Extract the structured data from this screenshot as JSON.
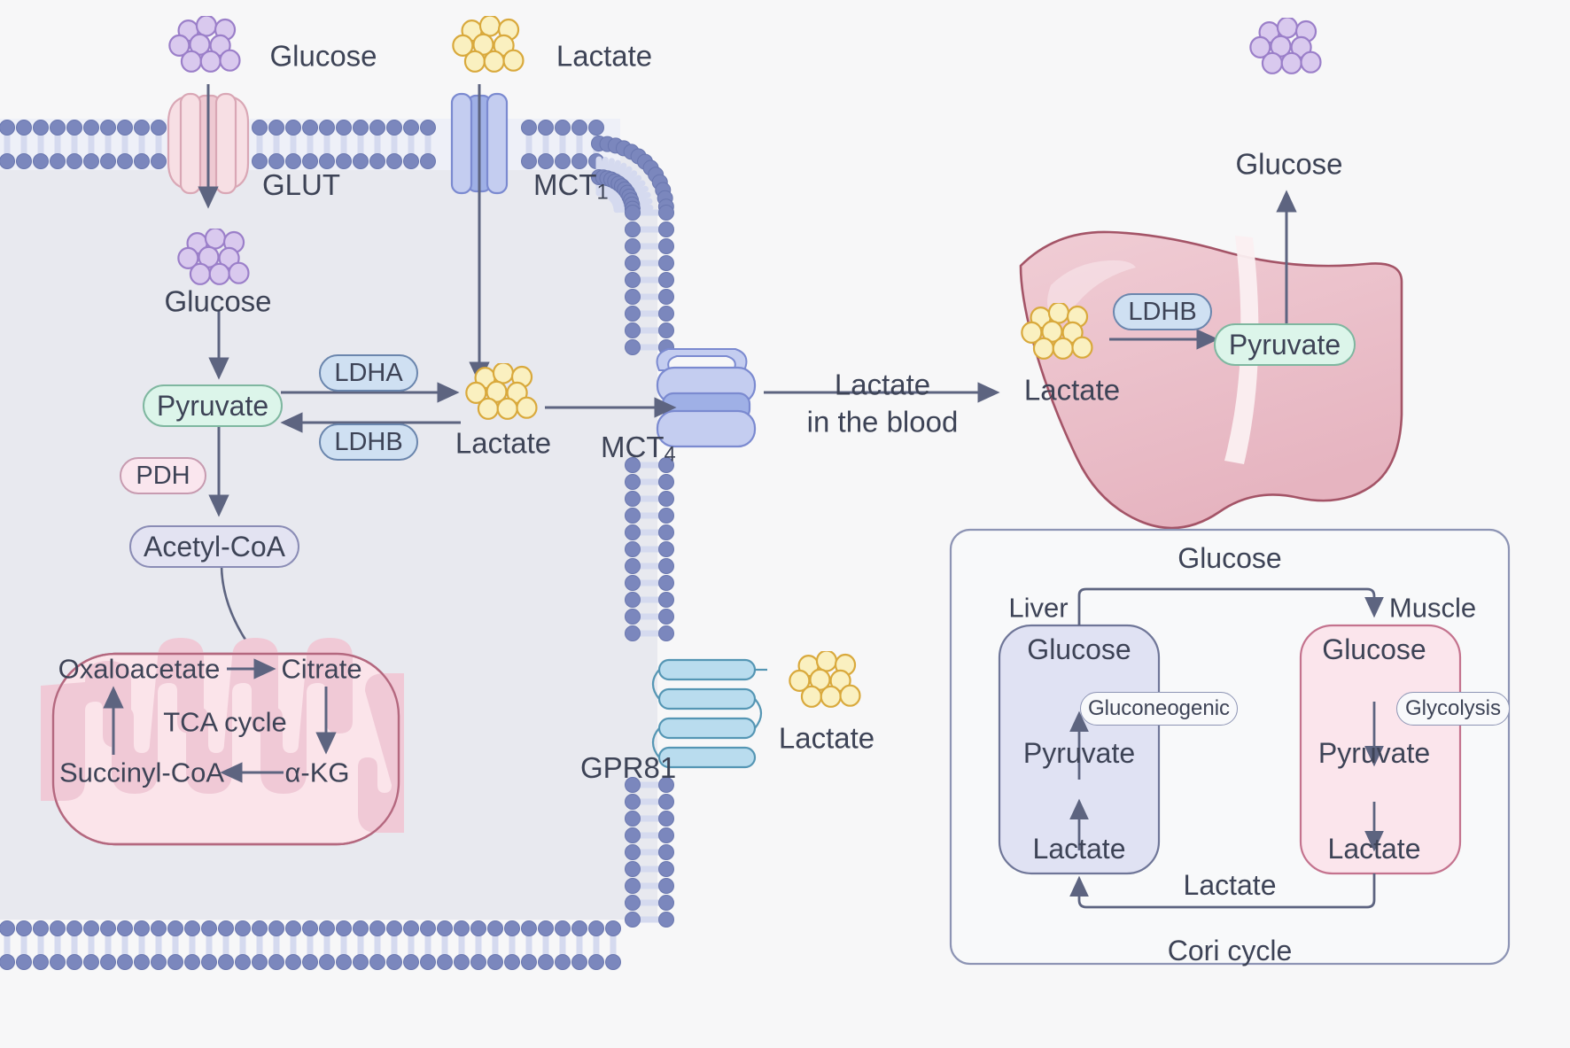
{
  "title": "Lactate shuttle and Cori cycle schematic",
  "colors": {
    "background": "#f7f7f8",
    "cytoplasm": "#e8e9ef",
    "text": "#3d4356",
    "arrow": "#5d6480",
    "membrane_head": "#7b87bd",
    "membrane_tail": "#e8eaf4",
    "glucose_dot_fill": "#d9c9ee",
    "glucose_dot_stroke": "#9b7fc9",
    "lactate_dot_fill": "#faf0c0",
    "lactate_dot_stroke": "#d9a93c",
    "glut_fill": "#f7dfe4",
    "glut_stroke": "#d9a7b5",
    "mct_fill": "#c4cdf0",
    "mct_stroke": "#7b8ad0",
    "gpr81_fill": "#b9dcee",
    "gpr81_stroke": "#5596b4",
    "liver_fill": "#eec2ca",
    "liver_stroke": "#a45467",
    "enzyme_blue_fill": "#cfe0f2",
    "enzyme_blue_stroke": "#6b86ad",
    "pdh_fill": "#fae6ee",
    "pdh_stroke": "#c79bb0",
    "pyruvate_fill": "#dcf5ea",
    "pyruvate_stroke": "#7fb7a0",
    "acetylcoa_fill": "#e3e3f2",
    "acetylcoa_stroke": "#8a8cb5",
    "mito_outer_fill": "#fbe4ea",
    "mito_inner_fill": "#f0c9d6",
    "mito_stroke": "#b4687f",
    "cori_liver_fill": "#e0e2f3",
    "cori_liver_stroke": "#6f7698",
    "cori_muscle_fill": "#fbe5ec",
    "cori_muscle_stroke": "#c4738e",
    "cori_box_stroke": "#8d94b4"
  },
  "cell": {
    "extracellular_labels": {
      "glucose_out": "Glucose",
      "lactate_out": "Lactate"
    },
    "transporters": [
      {
        "id": "glut",
        "label": "GLUT",
        "sub": ""
      },
      {
        "id": "mct1",
        "label": "MCT",
        "sub": "1"
      },
      {
        "id": "mct4",
        "label": "MCT",
        "sub": "4"
      },
      {
        "id": "gpr81",
        "label": "GPR81",
        "sub": ""
      }
    ],
    "cytoplasm": {
      "glucose_in": "Glucose",
      "pyruvate": "Pyruvate",
      "lactate_in": "Lactate",
      "acetyl_coa": "Acetyl-CoA",
      "enzymes": [
        {
          "id": "ldha",
          "label": "LDHA"
        },
        {
          "id": "ldhb",
          "label": "LDHB"
        },
        {
          "id": "pdh",
          "label": "PDH"
        }
      ]
    },
    "mitochondrion": {
      "cycle_label": "TCA cycle",
      "nodes": {
        "oxaloacetate": "Oxaloacetate",
        "citrate": "Citrate",
        "akg": "α-KG",
        "succinyl_coa": "Succinyl-CoA"
      }
    },
    "outside_lactate": "Lactate"
  },
  "blood": {
    "label_line1": "Lactate",
    "label_line2": "in the blood"
  },
  "liver": {
    "lactate": "Lactate",
    "enzyme": "LDHB",
    "pyruvate": "Pyruvate",
    "glucose_out": "Glucose"
  },
  "cori_cycle": {
    "title": "Cori cycle",
    "top_label": "Glucose",
    "bottom_label": "Lactate",
    "liver": {
      "organ": "Liver",
      "glucose": "Glucose",
      "pyruvate": "Pyruvate",
      "lactate": "Lactate",
      "enzyme": "Gluconeogenic"
    },
    "muscle": {
      "organ": "Muscle",
      "glucose": "Glucose",
      "pyruvate": "Pyruvate",
      "lactate": "Lactate",
      "enzyme": "Glycolysis"
    }
  }
}
